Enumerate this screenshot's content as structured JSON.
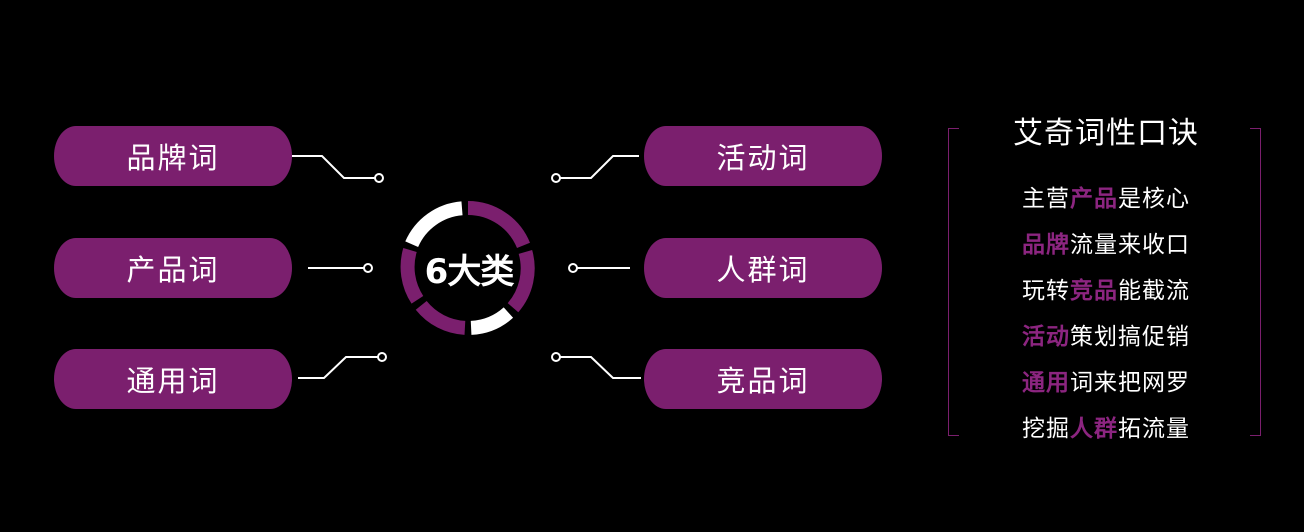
{
  "center": {
    "label": "6大类"
  },
  "categories": [
    {
      "label": "品牌词"
    },
    {
      "label": "产品词"
    },
    {
      "label": "通用词"
    },
    {
      "label": "活动词"
    },
    {
      "label": "人群词"
    },
    {
      "label": "竞品词"
    }
  ],
  "mnemonic": {
    "title": "艾奇词性口诀",
    "lines": [
      {
        "pre": "主营",
        "hl": "产品",
        "post": "是核心"
      },
      {
        "pre": "",
        "hl": "品牌",
        "post": "流量来收口"
      },
      {
        "pre": "玩转",
        "hl": "竞品",
        "post": "能截流"
      },
      {
        "pre": "",
        "hl": "活动",
        "post": "策划搞促销"
      },
      {
        "pre": "",
        "hl": "通用",
        "post": "词来把网罗"
      },
      {
        "pre": "挖掘",
        "hl": "人群",
        "post": "拓流量"
      }
    ]
  },
  "colors": {
    "accent": "#7b1f6e",
    "highlight": "#8c2580",
    "background": "#000000",
    "text": "#ffffff"
  }
}
